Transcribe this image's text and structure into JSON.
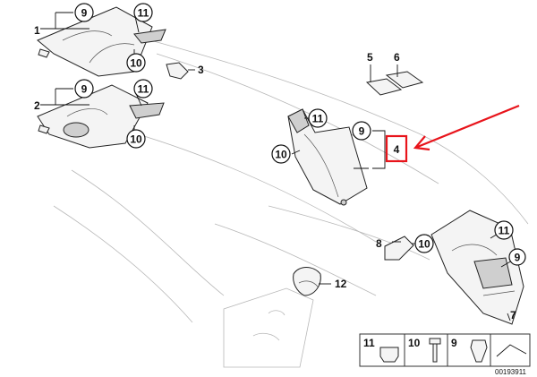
{
  "callouts": {
    "c1": "1",
    "c2": "2",
    "c3": "3",
    "c4": "4",
    "c5": "5",
    "c6": "6",
    "c7": "7",
    "c8": "8",
    "c9": "9",
    "c10": "10",
    "c11": "11",
    "c12": "12"
  },
  "legend": {
    "a": "11",
    "b": "10",
    "c": "9"
  },
  "doc_number": "00193911",
  "colors": {
    "highlight": "#e8141b",
    "line": "#111111",
    "ghost": "#b8b8b8"
  }
}
